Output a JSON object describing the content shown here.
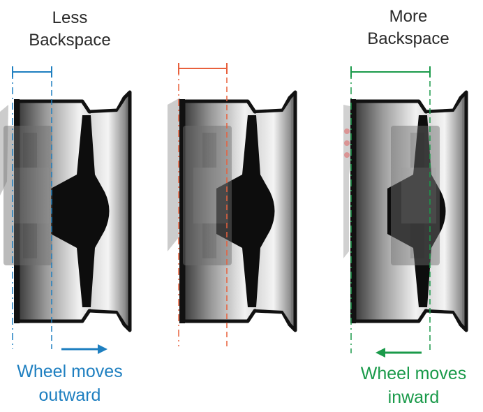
{
  "labels": {
    "less_line1": "Less",
    "less_line2": "Backspace",
    "more_line1": "More",
    "more_line2": "Backspace"
  },
  "captions": {
    "outward_line1": "Wheel moves",
    "outward_line2": "outward",
    "inward_line1": "Wheel moves",
    "inward_line2": "inward"
  },
  "colors": {
    "less": "#1e7fc0",
    "neutral": "#e8603c",
    "more": "#1a9a4a"
  },
  "icons": {
    "outward_arrow": "arrow-right-icon",
    "inward_arrow": "arrow-left-icon"
  }
}
